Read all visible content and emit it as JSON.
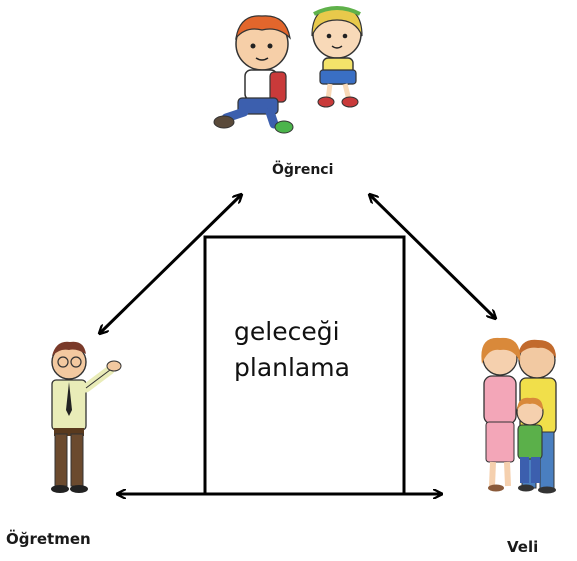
{
  "nodes": {
    "student": {
      "label": "Öğrenci"
    },
    "teacher": {
      "label": "Öğretmen"
    },
    "parent": {
      "label": "Veli"
    }
  },
  "center": {
    "line1": "geleceği",
    "line2": "planlama"
  },
  "colors": {
    "arrow": "#000000",
    "box_border": "#000000"
  },
  "icons": [
    "children-icon",
    "teacher-icon",
    "family-icon"
  ]
}
